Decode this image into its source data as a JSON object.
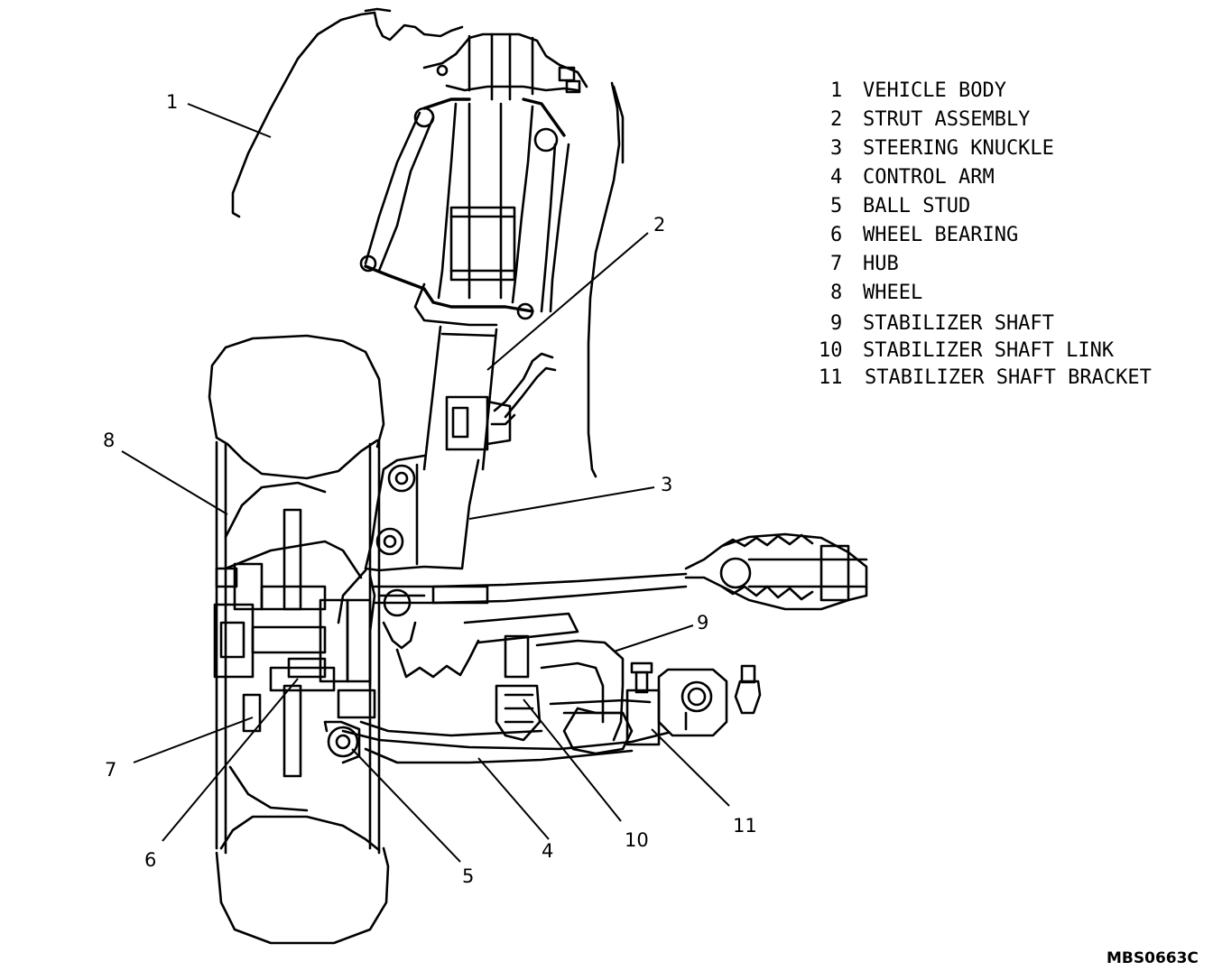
{
  "legend": [
    {
      "num": "1",
      "label": "VEHICLE BODY"
    },
    {
      "num": "2",
      "label": "STRUT ASSEMBLY"
    },
    {
      "num": "3",
      "label": "STEERING KNUCKLE"
    },
    {
      "num": "4",
      "label": "CONTROL ARM"
    },
    {
      "num": "5",
      "label": "BALL STUD"
    },
    {
      "num": "6",
      "label": "WHEEL BEARING"
    },
    {
      "num": "7",
      "label": "HUB"
    },
    {
      "num": "8",
      "label": "WHEEL"
    },
    {
      "num": "9",
      "label": "STABILIZER SHAFT"
    },
    {
      "num": "10",
      "label": "STABILIZER SHAFT LINK"
    },
    {
      "num": "11",
      "label": "STABILIZER SHAFT BRACKET"
    }
  ],
  "callouts": [
    "1",
    "2",
    "3",
    "4",
    "5",
    "6",
    "7",
    "8",
    "9",
    "10",
    "11"
  ],
  "figure_code": "MBS0663C"
}
